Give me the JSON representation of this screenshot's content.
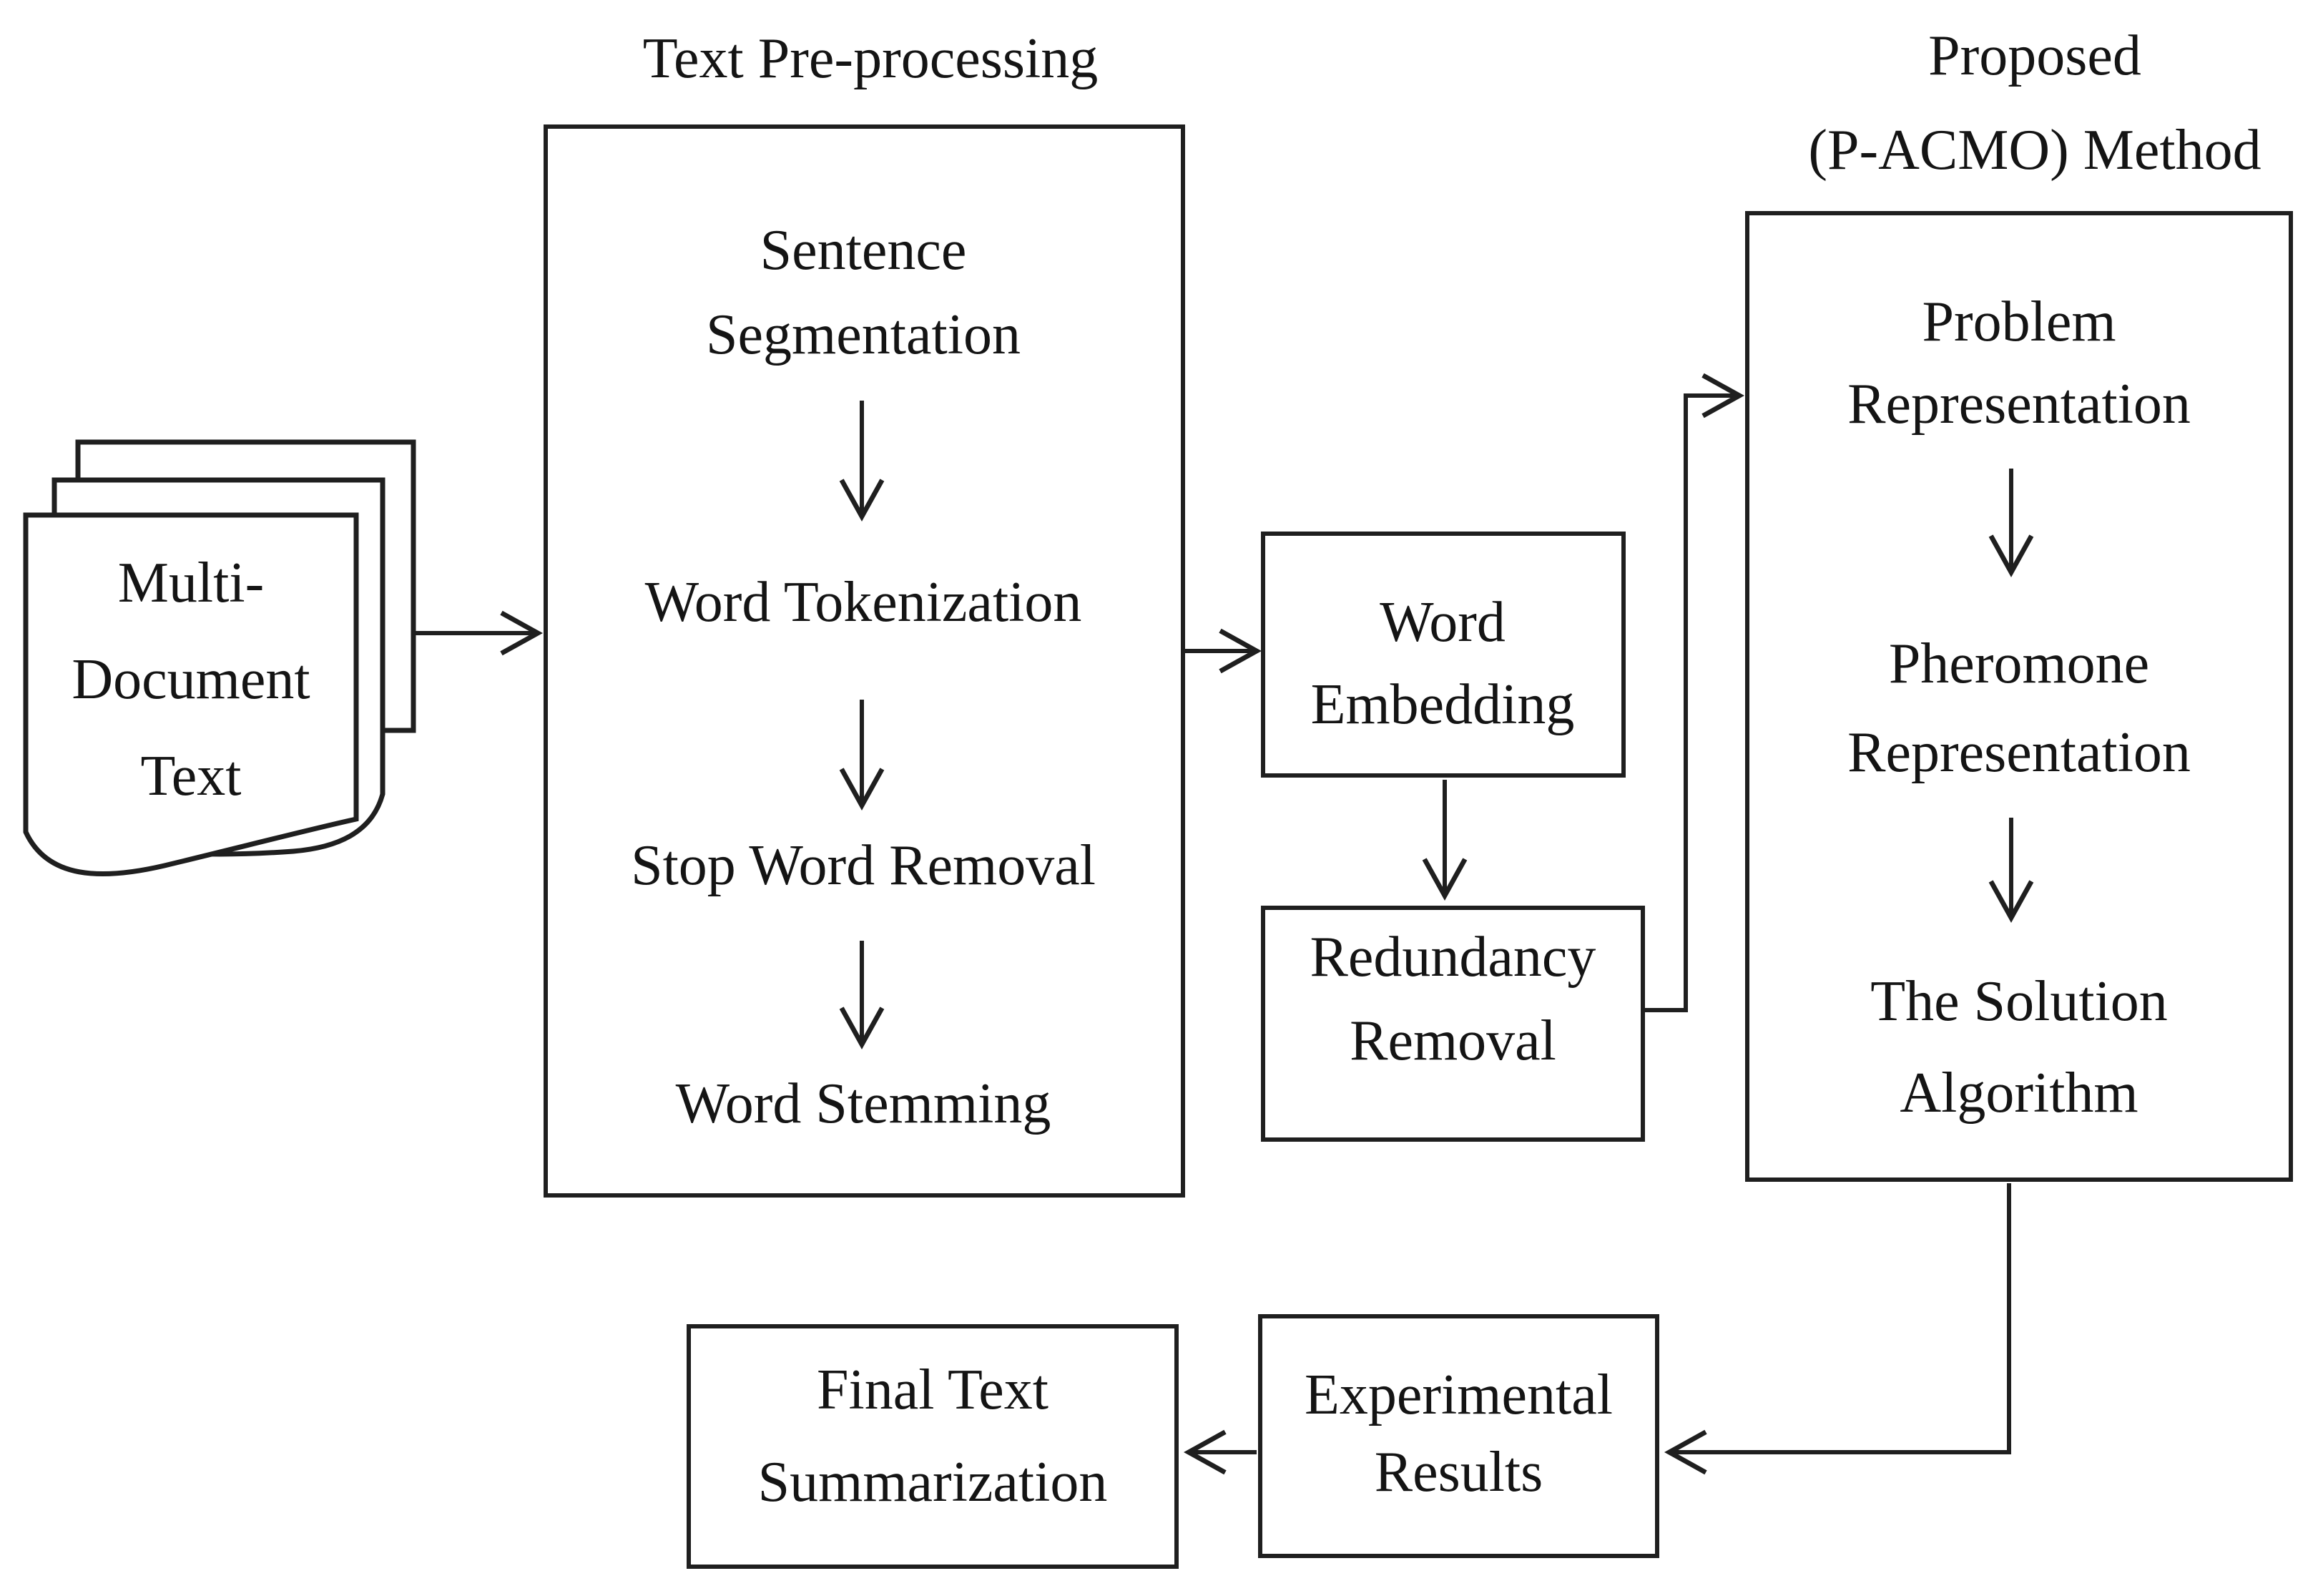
{
  "colors": {
    "background": "#ffffff",
    "line": "#1f1f1f",
    "text": "#141414"
  },
  "source": {
    "lines": [
      "Multi-",
      "Document",
      "Text"
    ]
  },
  "preprocessing": {
    "title": "Text Pre-processing",
    "steps": [
      {
        "lines": [
          "Sentence",
          "Segmentation"
        ]
      },
      {
        "lines": [
          "Word Tokenization"
        ]
      },
      {
        "lines": [
          "Stop Word Removal"
        ]
      },
      {
        "lines": [
          "Word Stemming"
        ]
      }
    ]
  },
  "embedding": {
    "lines": [
      "Word",
      "Embedding"
    ]
  },
  "redundancy": {
    "lines": [
      "Redundancy",
      "Removal"
    ]
  },
  "proposed": {
    "title_lines": [
      "Proposed",
      "(P-ACMO) Method"
    ],
    "steps": [
      {
        "lines": [
          "Problem",
          "Representation"
        ]
      },
      {
        "lines": [
          "Pheromone",
          "Representation"
        ]
      },
      {
        "lines": [
          "The Solution",
          "Algorithm"
        ]
      }
    ]
  },
  "experimental": {
    "lines": [
      "Experimental",
      "Results"
    ]
  },
  "final": {
    "lines": [
      "Final Text",
      "Summarization"
    ]
  }
}
